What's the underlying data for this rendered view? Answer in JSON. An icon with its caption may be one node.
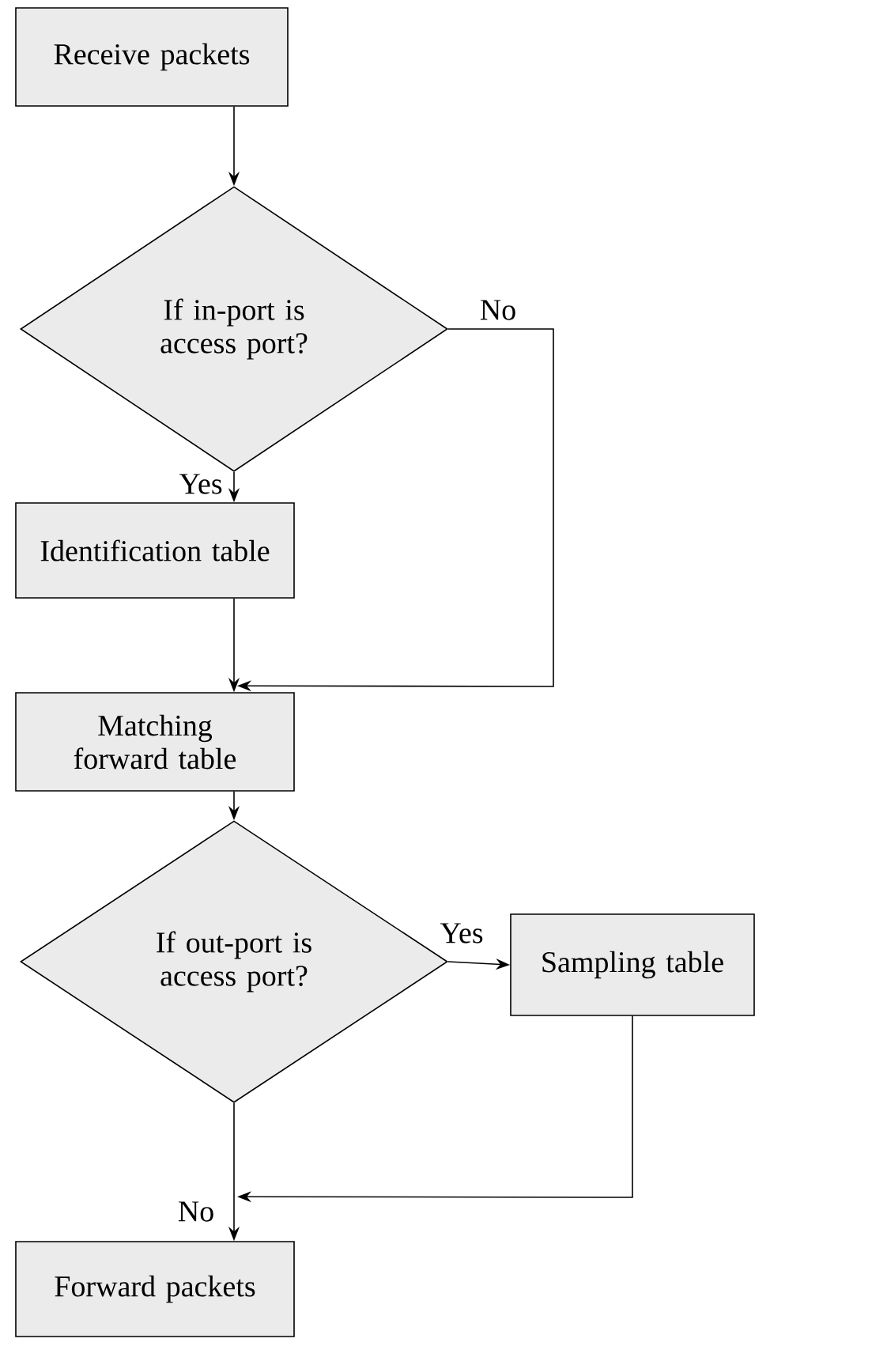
{
  "diagram": {
    "nodes": [
      {
        "text": [
          "Receive packets"
        ]
      },
      {
        "text": [
          "If in-port is access port?"
        ]
      },
      {
        "text": [
          "Identification table"
        ]
      },
      {
        "text": [
          "Matching forward table"
        ]
      },
      {
        "text": [
          "If out-port is access port?"
        ]
      },
      {
        "text": [
          "Sampling table"
        ]
      },
      {
        "text": [
          "Forward packets"
        ]
      }
    ],
    "edges": [
      {
        "from": 0,
        "to": 1,
        "arrow": "to"
      },
      {
        "from": 1,
        "to": 2,
        "arrow": "to",
        "label": "Yes"
      },
      {
        "from": 1,
        "to": 3,
        "arrow": "to",
        "label": "No"
      },
      {
        "from": 2,
        "to": 3,
        "arrow": "to"
      },
      {
        "from": 3,
        "to": 4,
        "arrow": "to"
      },
      {
        "from": 4,
        "to": 5,
        "arrow": "to",
        "label": "Yes"
      },
      {
        "from": 4,
        "to": 6,
        "arrow": "to",
        "label": "No"
      },
      {
        "from": 5,
        "to": 6,
        "arrow": "to"
      }
    ]
  }
}
